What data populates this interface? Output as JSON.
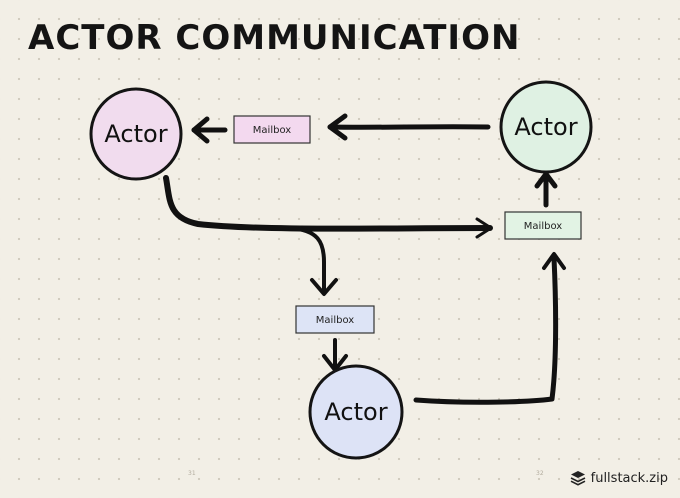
{
  "title": "ACTOR COMMUNICATION",
  "actors": [
    {
      "label": "Actor",
      "color": "#f1dcee"
    },
    {
      "label": "Actor",
      "color": "#dff1e3"
    },
    {
      "label": "Actor",
      "color": "#dde3f6"
    }
  ],
  "mailboxes": [
    {
      "label": "Mailbox",
      "color": "#f3d9ef"
    },
    {
      "label": "Mailbox",
      "color": "#e2f3e4"
    },
    {
      "label": "Mailbox",
      "color": "#dde4f6"
    }
  ],
  "page_numbers": [
    "31",
    "32"
  ],
  "brand": {
    "name": "fullstack.zip",
    "icon": "stack-icon"
  }
}
